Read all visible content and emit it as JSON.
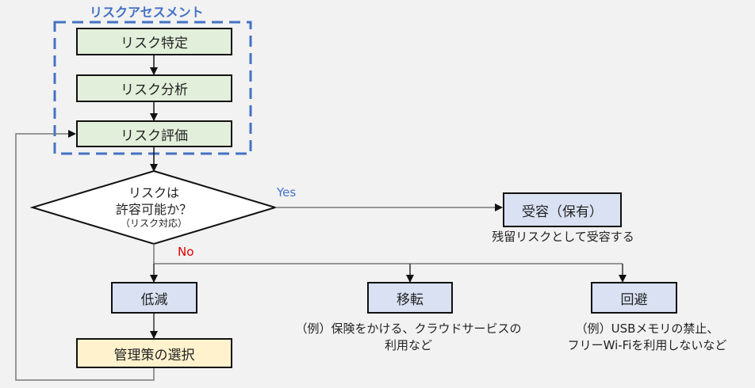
{
  "assessment": {
    "title": "リスクアセスメント",
    "steps": [
      "リスク特定",
      "リスク分析",
      "リスク評価"
    ]
  },
  "decision": {
    "line1": "リスクは",
    "line2": "許容可能か？",
    "line3": "（リスク対応）",
    "yes_label": "Yes",
    "no_label": "No"
  },
  "accept": {
    "label": "受容（保有）",
    "note": "残留リスクとして受容する"
  },
  "options": [
    {
      "label": "低減",
      "note": ""
    },
    {
      "label": "移転",
      "note_line1": "（例）保険をかける、クラウドサービスの",
      "note_line2": "利用など"
    },
    {
      "label": "回避",
      "note_line1": "（例）USBメモリの禁止、",
      "note_line2": "フリーWi-Fiを利用しないなど"
    }
  ],
  "control": {
    "label": "管理策の選択"
  },
  "colors": {
    "accent_blue": "#4472c4",
    "no_red": "#e00000",
    "green_fill": "#e2efda",
    "blue_fill": "#d9e1f2",
    "yellow_fill": "#fff2cc"
  }
}
